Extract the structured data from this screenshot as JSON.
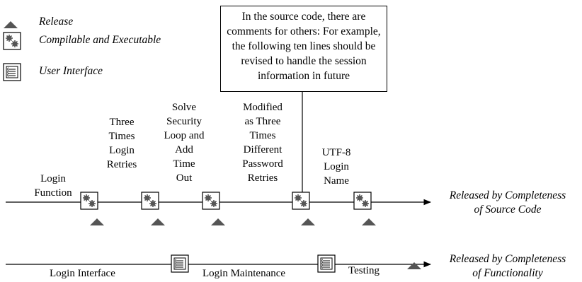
{
  "legend": {
    "release": "Release",
    "compilable": "Compilable and Executable",
    "ui": "User Interface"
  },
  "note": {
    "lines": [
      "In the source code, there are",
      "comments for others: For example,",
      "the following ten lines should be",
      "revised to handle the session",
      "information in future"
    ]
  },
  "source_track": {
    "label": [
      "Released by Completeness",
      "of Source Code"
    ],
    "steps": [
      [
        "Login",
        "Function"
      ],
      [
        "Three",
        "Times",
        "Login",
        "Retries"
      ],
      [
        "Solve",
        "Security",
        "Loop and",
        "Add",
        "Time",
        "Out"
      ],
      [
        "Modified",
        "as Three",
        "Times",
        "Different",
        "Password",
        "Retries"
      ],
      [
        "UTF-8",
        "Login",
        "Name"
      ]
    ]
  },
  "functionality_track": {
    "label": [
      "Released by Completeness",
      "of Functionality"
    ],
    "steps": [
      "Login Interface",
      "Login Maintenance",
      "Testing"
    ]
  }
}
